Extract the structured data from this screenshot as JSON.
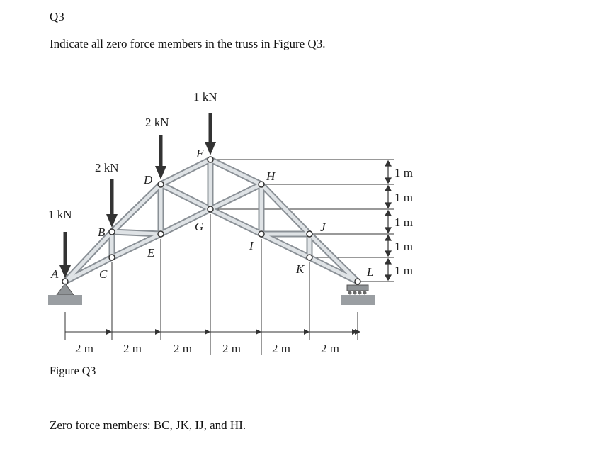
{
  "question_label": "Q3",
  "prompt": "Indicate all zero force members in the truss in Figure Q3.",
  "figure_caption": "Figure Q3",
  "answer": "Zero force members: BC, JK, IJ, and HI.",
  "diagram": {
    "loads": [
      {
        "node": "A",
        "text": "1 kN"
      },
      {
        "node": "B",
        "text": "2 kN"
      },
      {
        "node": "D",
        "text": "2 kN"
      },
      {
        "node": "F",
        "text": "1 kN"
      }
    ],
    "joint_labels": [
      "A",
      "B",
      "C",
      "D",
      "E",
      "F",
      "G",
      "H",
      "I",
      "J",
      "K",
      "L"
    ],
    "horizontal_dimensions": [
      "2 m",
      "2 m",
      "2 m",
      "2 m",
      "2 m",
      "2 m"
    ],
    "vertical_dimensions": [
      "1 m",
      "1 m",
      "1 m",
      "1 m",
      "1 m"
    ],
    "colors": {
      "member_fill": "#dfe3e6",
      "member_edge": "#8a9096",
      "support": "#8f9396"
    }
  }
}
